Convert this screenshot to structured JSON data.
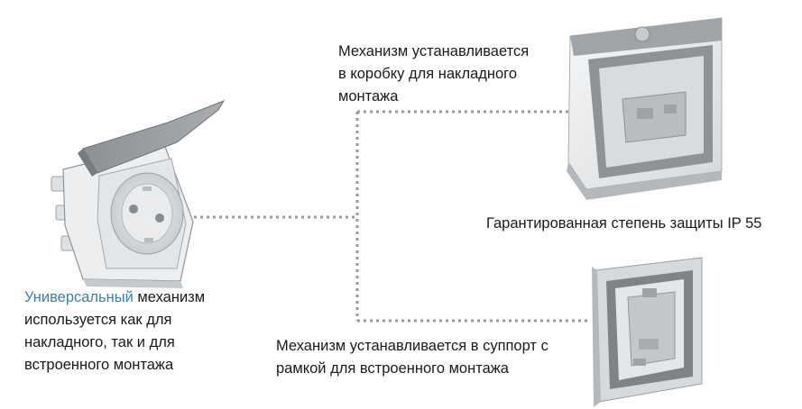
{
  "captions": {
    "surface_box": [
      "Механизм устанавливается",
      "в коробку для накладного",
      "монтажа"
    ],
    "protection": "Гарантированная степень защиты IP 55",
    "universal_word": "Универсальный",
    "universal_rest": " механизм",
    "universal_lines": [
      "используется как для",
      "накладного, так и для",
      "встроенного монтажа"
    ],
    "flush_mount": [
      "Механизм устанавливается в суппорт с",
      "рамкой для встроенного монтажа"
    ]
  },
  "colors": {
    "accent": "#3d7fa6",
    "connector": "#9a9a9a",
    "product_light": "#eef0f1",
    "product_gray": "#a7abaf",
    "product_dark": "#7b8086"
  }
}
